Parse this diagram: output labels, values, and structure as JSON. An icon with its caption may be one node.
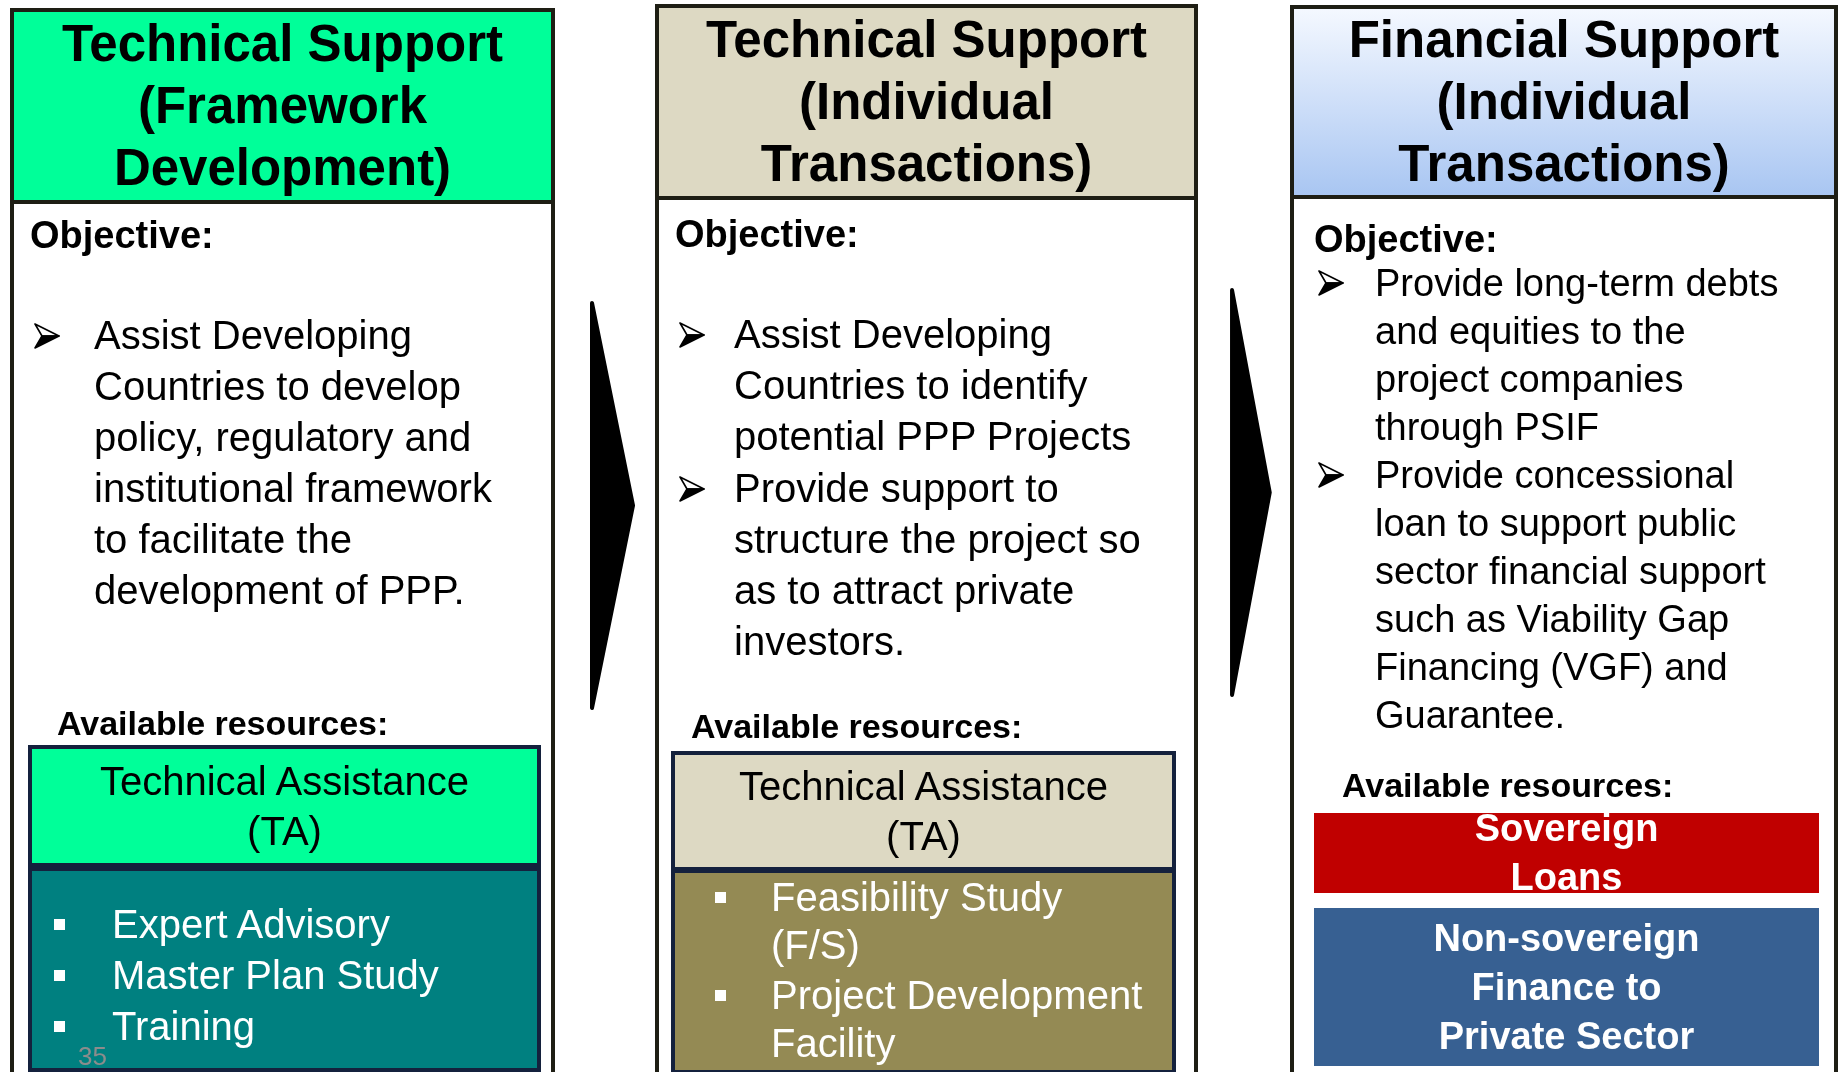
{
  "diagram": {
    "nodes": [
      {
        "text": [
          "Technical Support (Framework Development)",
          "Objective:",
          "Assist Developing Countries to develop policy, regulatory and institutional framework to facilitate the development of PPP.",
          "Available resources:"
        ]
      },
      {
        "text": [
          "Technical Assistance (TA)"
        ],
        "in": 0
      },
      {
        "text": [
          "Expert Advisory",
          "Master Plan Study",
          "Training"
        ],
        "in": 0
      },
      {
        "text": [
          "Technical Support (Individual Transactions)",
          "Objective:",
          "Assist Developing Countries to identify potential PPP Projects",
          "Provide support to structure the project so as to attract private investors.",
          "Available resources:"
        ]
      },
      {
        "text": [
          "Technical Assistance (TA)"
        ],
        "in": 3
      },
      {
        "text": [
          "Feasibility Study (F/S)",
          "Project Development Facility"
        ],
        "in": 3
      },
      {
        "text": [
          "Financial Support (Individual Transactions)",
          "Objective:",
          "Provide long-term debts and equities to the project companies through PSIF",
          "Provide concessional loan to support public sector financial support such as Viability Gap Financing (VGF) and Guarantee.",
          "Available resources:"
        ]
      },
      {
        "text": [
          "Sovereign Loans"
        ],
        "in": 6
      },
      {
        "text": [
          "Non-sovereign Finance to Private Sector"
        ],
        "in": 6
      }
    ],
    "edges": [
      {
        "from": 0,
        "to": 3,
        "arrow": "to"
      },
      {
        "from": 3,
        "to": 6,
        "arrow": "to"
      }
    ],
    "labels": [
      "35"
    ]
  }
}
